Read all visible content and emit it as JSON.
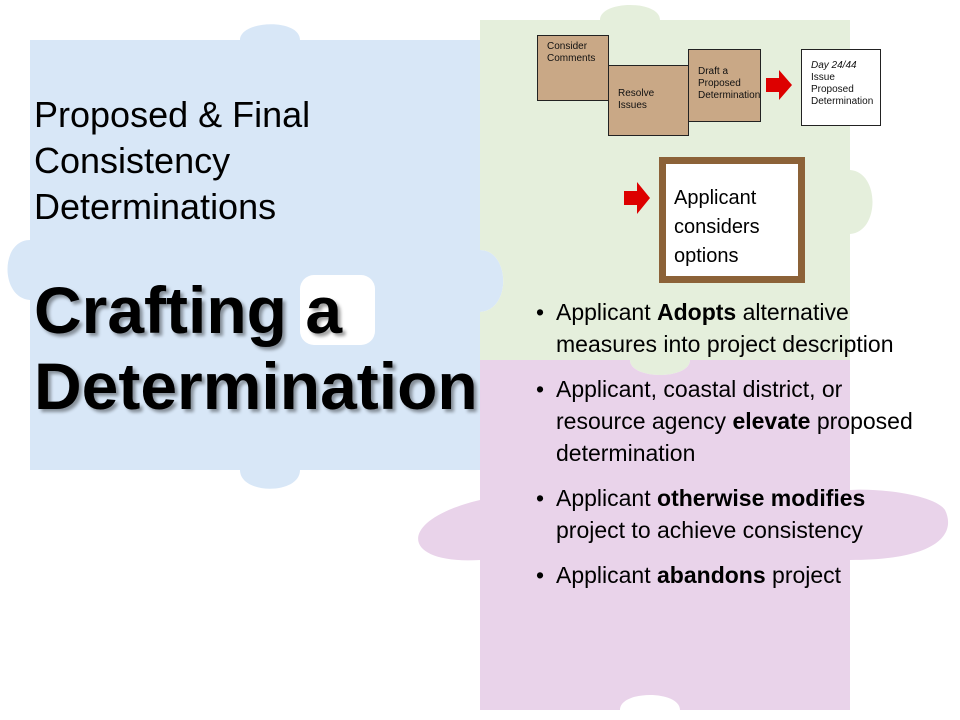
{
  "heading": {
    "subtitle_lines": [
      "Proposed & Final",
      "Consistency",
      "Determinations"
    ],
    "title_lines": [
      "Crafting a",
      "Determination"
    ]
  },
  "flow_steps": [
    {
      "id": "consider-comments",
      "lines": [
        "Consider",
        "Comments"
      ],
      "style": "tan"
    },
    {
      "id": "resolve-issues",
      "lines": [
        "Resolve",
        "Issues"
      ],
      "style": "tan"
    },
    {
      "id": "draft-determination",
      "lines": [
        "Draft a",
        "Proposed",
        "Determination"
      ],
      "style": "tan"
    },
    {
      "id": "issue-determination",
      "lines": [
        "Day 24/44",
        "Issue",
        "Proposed",
        "Determination"
      ],
      "style": "white"
    }
  ],
  "options_box": {
    "lines": [
      "Applicant",
      "considers",
      "options"
    ]
  },
  "bullets": [
    {
      "prefix": "Applicant ",
      "strong": "Adopts",
      "suffix": " alternative measures into project description"
    },
    {
      "prefix": "Applicant, coastal district, or resource agency ",
      "strong": "elevate",
      "suffix": " proposed determination"
    },
    {
      "prefix": "Applicant ",
      "strong": "otherwise modifies",
      "suffix": " project to achieve consistency"
    },
    {
      "prefix": "Applicant ",
      "strong": "abandons",
      "suffix": " project"
    }
  ],
  "bullet_glyph": "•",
  "colors": {
    "puzzle_blue": "#d8e7f7",
    "puzzle_green": "#e5efdc",
    "puzzle_pink": "#e9d3ea",
    "step_tan": "#c9a886",
    "box_border": "#8c6238",
    "arrow_red": "#dd0000"
  }
}
